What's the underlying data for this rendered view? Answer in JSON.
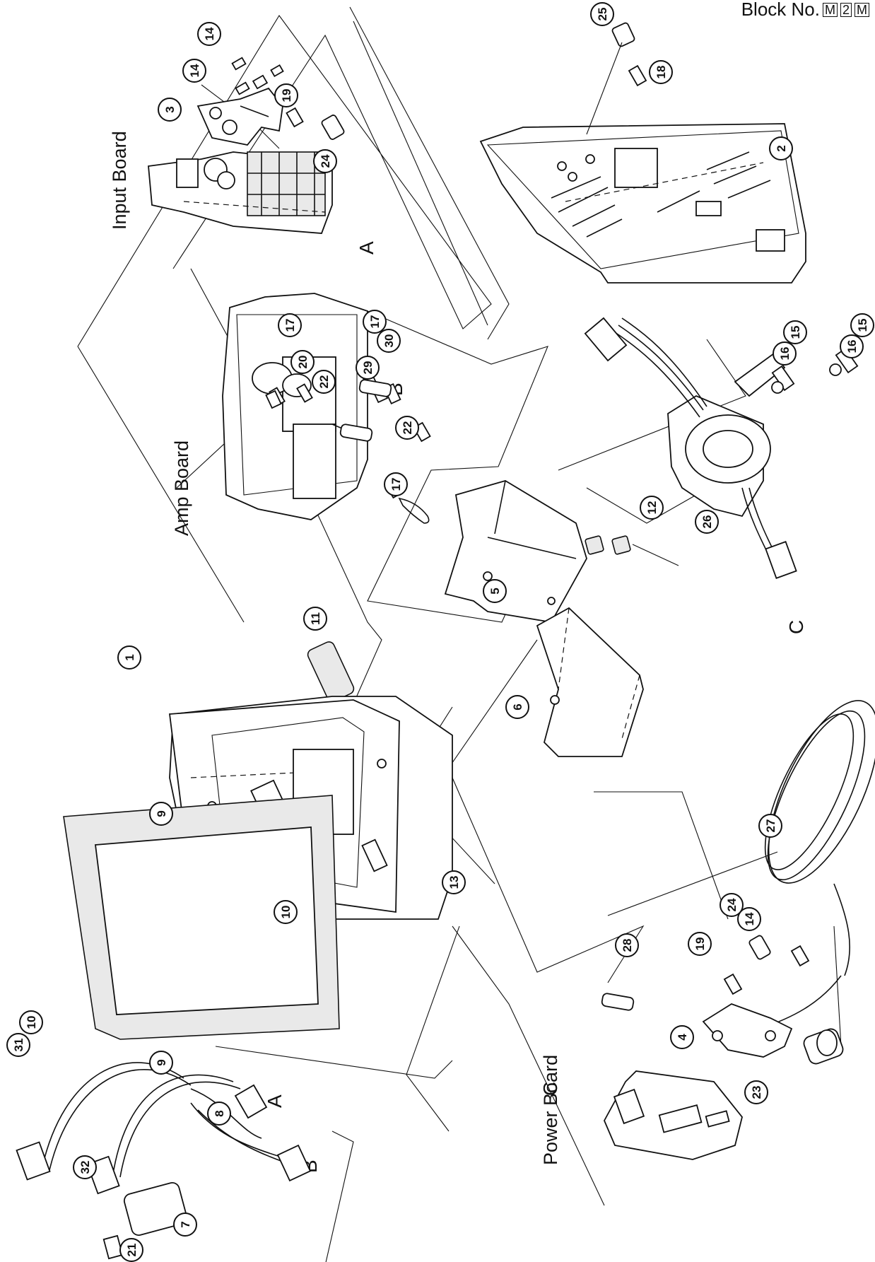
{
  "header": {
    "block_prefix": "Block No.",
    "block_codes": [
      "M",
      "2",
      "M"
    ]
  },
  "section_labels": {
    "input": "Input Board",
    "amp": "Amp Board",
    "power": "Power Board"
  },
  "connector_letters": {
    "a": "A",
    "b": "B",
    "c": "C"
  },
  "callouts": [
    "1",
    "2",
    "3",
    "4",
    "5",
    "6",
    "7",
    "8",
    "9",
    "10",
    "11",
    "12",
    "13",
    "14",
    "15",
    "16",
    "17",
    "18",
    "19",
    "20",
    "21",
    "22",
    "23",
    "24",
    "25",
    "26",
    "27",
    "28",
    "29",
    "30",
    "31",
    "32"
  ]
}
